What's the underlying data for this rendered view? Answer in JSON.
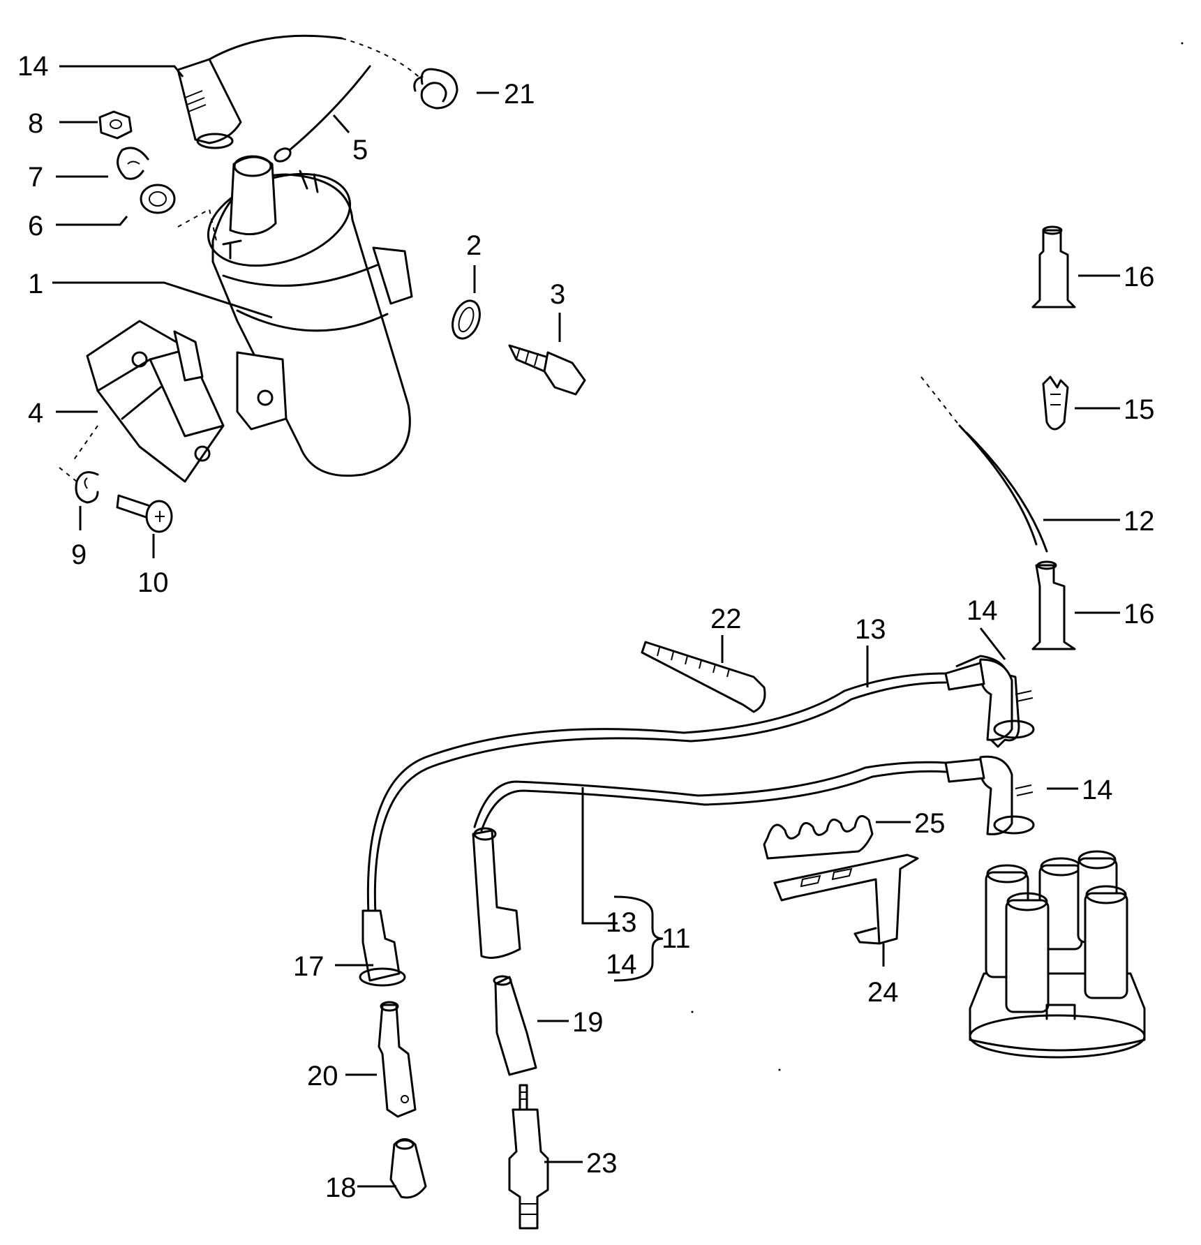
{
  "callouts": {
    "c1": "1",
    "c2": "2",
    "c3": "3",
    "c4": "4",
    "c5": "5",
    "c6": "6",
    "c7": "7",
    "c8": "8",
    "c9": "9",
    "c10": "10",
    "c11": "11",
    "c12": "12",
    "c13a": "13",
    "c13b": "13",
    "c14a": "14",
    "c14b": "14",
    "c14c": "14",
    "c14d": "14",
    "c15": "15",
    "c16a": "16",
    "c16b": "16",
    "c17": "17",
    "c18": "18",
    "c19": "19",
    "c20": "20",
    "c21": "21",
    "c22": "22",
    "c23": "23",
    "c24": "24",
    "c25": "25"
  }
}
